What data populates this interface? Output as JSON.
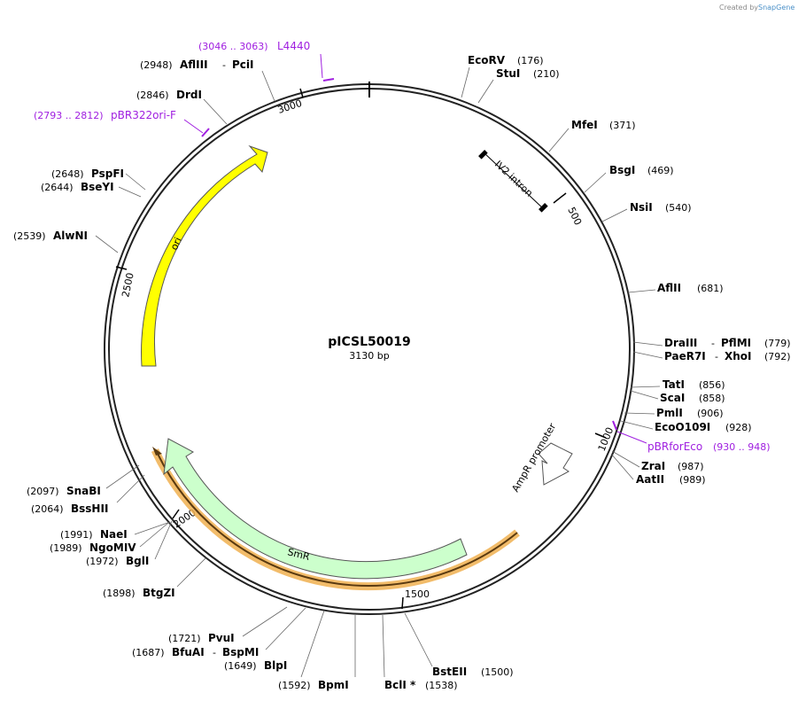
{
  "credit": {
    "prefix": "Created by",
    "brand": "SnapGene"
  },
  "plasmid": {
    "name": "pICSL50019",
    "length_label": "3130 bp",
    "length": 3130
  },
  "ticks": [
    "500",
    "1000",
    "1500",
    "2000",
    "2500",
    "3000"
  ],
  "features": [
    {
      "name": "ori",
      "fill": "#ffff00",
      "stroke": "#555555"
    },
    {
      "name": "SmR",
      "fill": "#ccffcc",
      "stroke": "#555555"
    },
    {
      "name": "AmpR promoter",
      "fill": "#ffffff",
      "stroke": "#555555"
    },
    {
      "name": "IV2 intron"
    }
  ],
  "orf_color": "#f0b050",
  "primers": [
    {
      "range": "(3046 .. 3063)",
      "name": "L4440"
    },
    {
      "range": "(2793 .. 2812)",
      "name": "pBR322ori-F"
    },
    {
      "range": "(930 .. 948)",
      "name": "pBRforEco"
    }
  ],
  "sites": [
    {
      "name": "EcoRV",
      "pos": "(176)"
    },
    {
      "name": "StuI",
      "pos": "(210)"
    },
    {
      "name": "MfeI",
      "pos": "(371)"
    },
    {
      "name": "BsgI",
      "pos": "(469)"
    },
    {
      "name": "NsiI",
      "pos": "(540)"
    },
    {
      "name": "AflII",
      "pos": "(681)"
    },
    {
      "name": "DraIII",
      "sep": "-",
      "name2": "PflMI",
      "pos": "(779)"
    },
    {
      "name": "PaeR7I",
      "sep": "-",
      "name2": "XhoI",
      "pos": "(792)"
    },
    {
      "name": "TatI",
      "pos": "(856)"
    },
    {
      "name": "ScaI",
      "pos": "(858)"
    },
    {
      "name": "PmlI",
      "pos": "(906)"
    },
    {
      "name": "EcoO109I",
      "pos": "(928)"
    },
    {
      "name": "ZraI",
      "pos": "(987)"
    },
    {
      "name": "AatII",
      "pos": "(989)"
    },
    {
      "name": "BstEII",
      "pos": "(1500)"
    },
    {
      "name": "BclI *",
      "pos": "(1538)"
    },
    {
      "name": "BpmI",
      "pos": "(1592)"
    },
    {
      "name": "BlpI",
      "pos": "(1649)"
    },
    {
      "name": "BfuAI",
      "sep": "-",
      "name2": "BspMI",
      "pos": "(1687)"
    },
    {
      "name": "PvuI",
      "pos": "(1721)"
    },
    {
      "name": "BtgZI",
      "pos": "(1898)"
    },
    {
      "name": "BglI",
      "pos": "(1972)"
    },
    {
      "name": "NgoMIV",
      "pos": "(1989)"
    },
    {
      "name": "NaeI",
      "pos": "(1991)"
    },
    {
      "name": "BssHII",
      "pos": "(2064)"
    },
    {
      "name": "SnaBI",
      "pos": "(2097)"
    },
    {
      "name": "AlwNI",
      "pos": "(2539)"
    },
    {
      "name": "BseYI",
      "pos": "(2644)"
    },
    {
      "name": "PspFI",
      "pos": "(2648)"
    },
    {
      "name": "DrdI",
      "pos": "(2846)"
    },
    {
      "name": "AflIII",
      "sep": "-",
      "name2": "PciI",
      "pos": "(2948)"
    }
  ]
}
